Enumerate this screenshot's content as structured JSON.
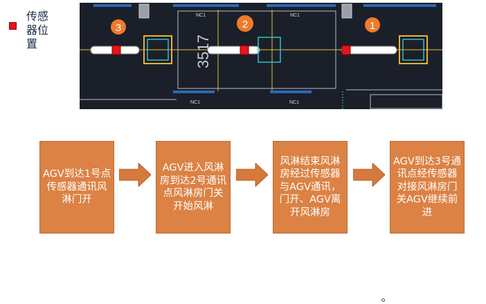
{
  "legend": {
    "label": "传感器位置",
    "marker_color": "#e8141c"
  },
  "cad": {
    "top_labels": [
      "NC1",
      "NC1"
    ],
    "bottom_labels": [
      "NC1",
      "NC1"
    ],
    "dimension_text": "3517",
    "points": [
      {
        "number": "3"
      },
      {
        "number": "2"
      },
      {
        "number": "1"
      }
    ],
    "sensor_color": "#e8141c",
    "marker_color": "#f07a2c"
  },
  "flow": {
    "box_color": "#db8244",
    "arrow_color": "#d6793c",
    "steps": [
      {
        "text": "AGV到达1号点传感器通讯风淋门开"
      },
      {
        "text": "AGV进入风淋房到达2号通讯点风淋房门关开始风淋"
      },
      {
        "text": "风淋结束风淋房经过传感器与AGV通讯，门开、AGV离开风淋房"
      },
      {
        "text": "AGV到达3号通讯点经传感器对接风淋房门关AGV继续前进"
      }
    ]
  }
}
